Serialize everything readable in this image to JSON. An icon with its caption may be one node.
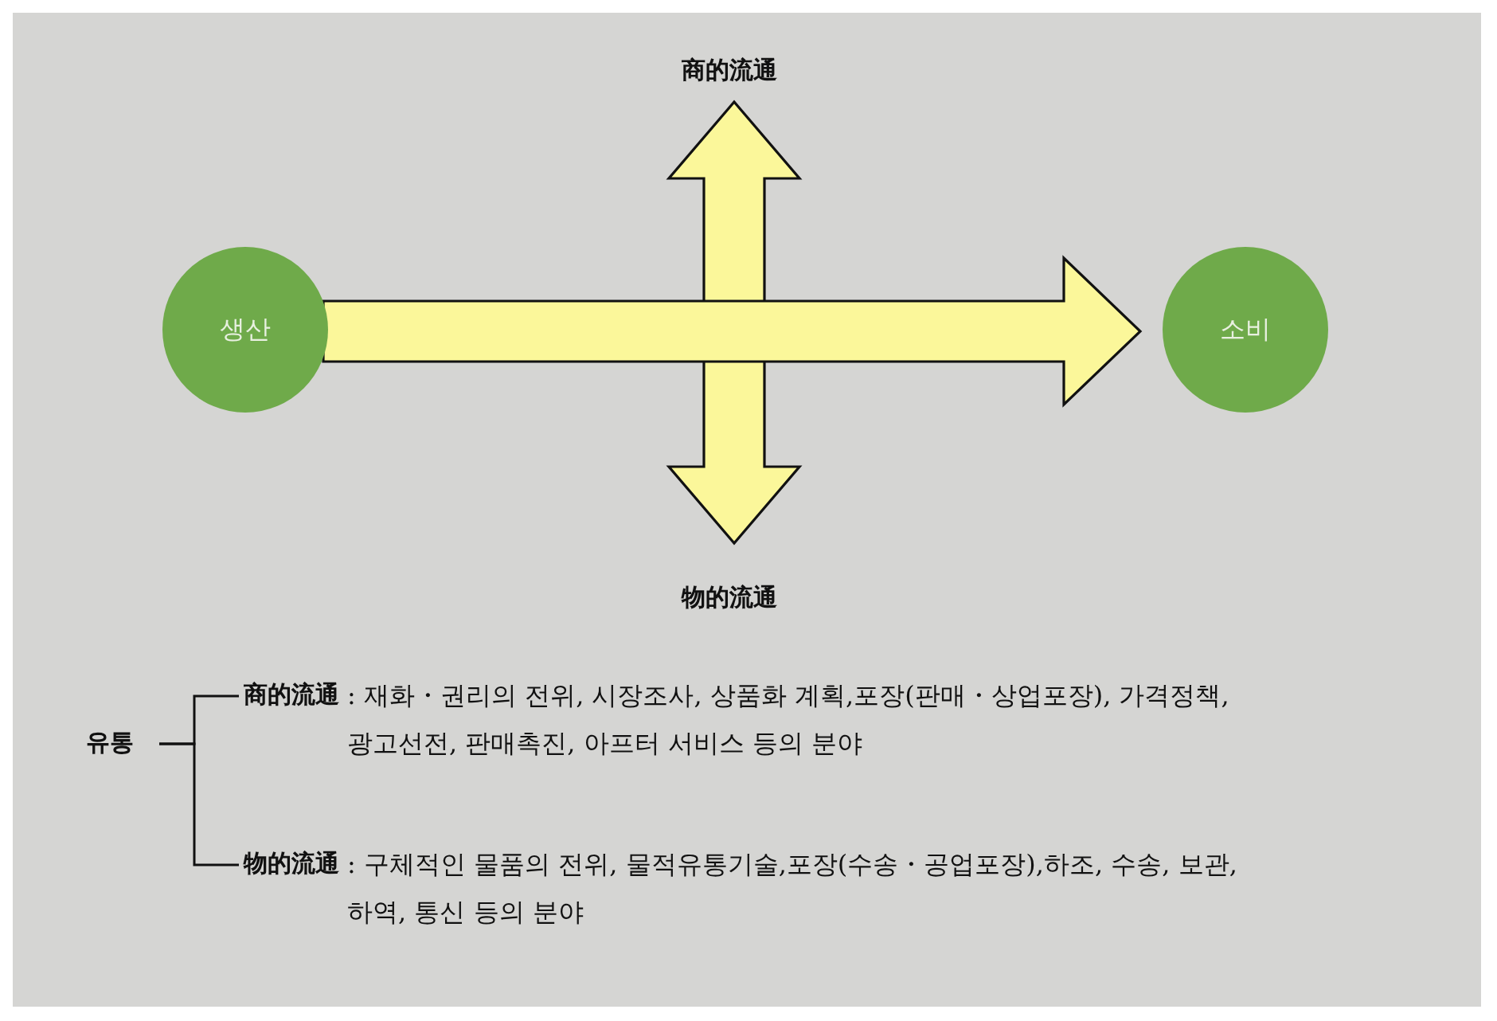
{
  "diagram": {
    "nodes": [
      {
        "text": [
          "생산"
        ]
      },
      {
        "text": [
          "소비"
        ]
      },
      {
        "text": [
          "商的流通"
        ]
      },
      {
        "text": [
          "物的流通"
        ]
      },
      {
        "text": [
          "유통"
        ]
      },
      {
        "text": [
          "商的流通"
        ],
        "beside": [
          ": 재화・권리의 전위, 시장조사, 상품화 계획,포장(판매・상업포장), 가격정책, 광고선전, 판매촉진, 아프터 서비스 등의 분야"
        ]
      },
      {
        "text": [
          "物的流通"
        ],
        "beside": [
          ": 구체적인 물품의 전위, 물적유통기술,포장(수송・공업포장),하조, 수송, 보관, 하역, 통신 등의 분야"
        ]
      }
    ],
    "edges": [
      {
        "from": 0,
        "to": 1,
        "arrow": "to"
      },
      {
        "from": 3,
        "to": 2,
        "arrow": "both"
      },
      {
        "from": 4,
        "to": 5,
        "arrow": "none"
      },
      {
        "from": 4,
        "to": 6,
        "arrow": "none"
      }
    ]
  }
}
